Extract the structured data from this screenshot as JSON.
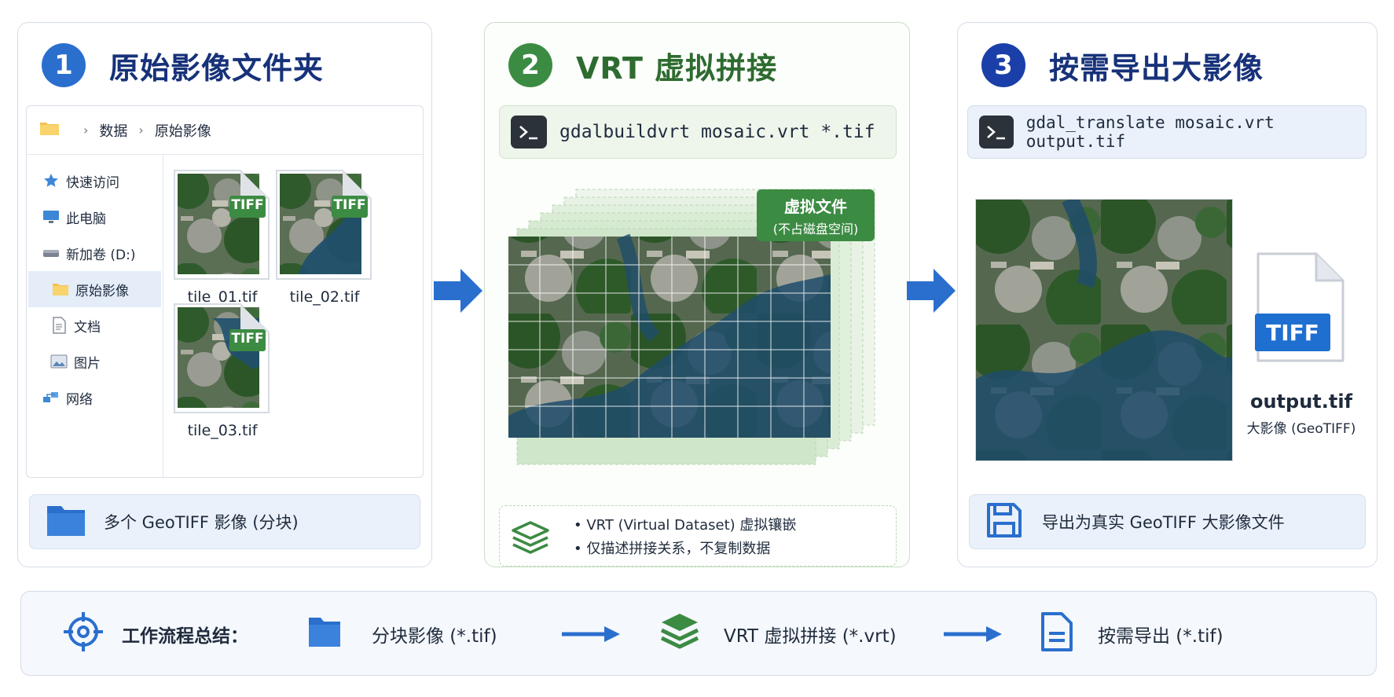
{
  "colors": {
    "blue": "#2a6fce",
    "green": "#3c8b43",
    "navy": "#17327a",
    "darkgreen": "#2e6b30"
  },
  "panel1": {
    "num": "1",
    "title": "原始影像文件夹",
    "breadcrumb": [
      "数据",
      "原始影像"
    ],
    "sidebar": [
      {
        "label": "快速访问",
        "icon": "star-icon"
      },
      {
        "label": "此电脑",
        "icon": "monitor-icon"
      },
      {
        "label": "新加卷 (D:)",
        "icon": "drive-icon"
      },
      {
        "label": "原始影像",
        "icon": "folder-icon"
      },
      {
        "label": "文档",
        "icon": "document-icon"
      },
      {
        "label": "图片",
        "icon": "image-icon"
      },
      {
        "label": "网络",
        "icon": "network-icon"
      }
    ],
    "tiles": [
      {
        "name": "tile_01.tif",
        "badge": "TIFF"
      },
      {
        "name": "tile_02.tif",
        "badge": "TIFF"
      },
      {
        "name": "tile_03.tif",
        "badge": "TIFF"
      }
    ],
    "footer": "多个 GeoTIFF 影像 (分块)"
  },
  "panel2": {
    "num": "2",
    "title": "VRT 虚拟拼接",
    "command": "gdalbuildvrt mosaic.vrt *.tif",
    "badge_title": "虚拟文件",
    "badge_sub": "(不占磁盘空间)",
    "bullets": [
      "VRT (Virtual Dataset) 虚拟镶嵌",
      "仅描述拼接关系，不复制数据"
    ]
  },
  "panel3": {
    "num": "3",
    "title": "按需导出大影像",
    "command": "gdal_translate mosaic.vrt output.tif",
    "file_badge": "TIFF",
    "file_name": "output.tif",
    "file_desc": "大影像 (GeoTIFF)",
    "footer": "导出为真实 GeoTIFF 大影像文件"
  },
  "summary": {
    "label": "工作流程总结：",
    "steps": [
      "分块影像 (*.tif)",
      "VRT 虚拟拼接 (*.vrt)",
      "按需导出  (*.tif)"
    ]
  }
}
